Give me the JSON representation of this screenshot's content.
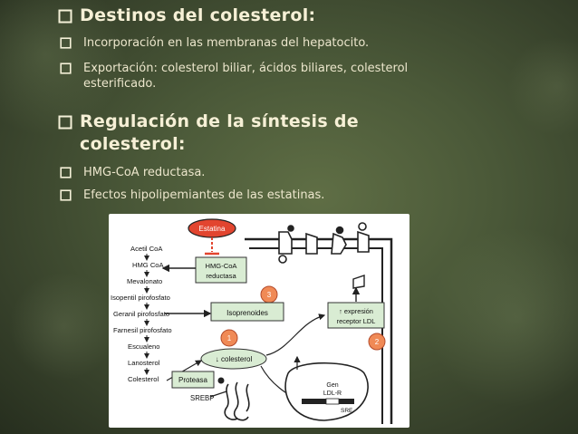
{
  "slide": {
    "items": [
      {
        "text": "Destinos del colesterol:",
        "level": 1
      },
      {
        "text": "Incorporación en las membranas del hepatocito.",
        "level": 2
      },
      {
        "text": "Exportación: colesterol biliar, ácidos biliares, colesterol esterificado.",
        "level": 2
      },
      {
        "text": "Regulación de la síntesis de colesterol:",
        "level": 1
      },
      {
        "text": "HMG-CoA reductasa.",
        "level": 2
      },
      {
        "text": "Efectos hipolipemiantes de las estatinas.",
        "level": 2
      }
    ]
  },
  "figure": {
    "pathway": [
      "Acetil CoA",
      "HMG CoA",
      "Mevalonato",
      "Isopentil pirofosfato",
      "Geranil pirofosfato",
      "Farnesil pirofosfato",
      "Escualeno",
      "Lanosterol",
      "Colesterol"
    ],
    "estatina": "Estatina",
    "hmg_line1": "HMG-CoA",
    "hmg_line2": "reductasa",
    "isoprenoides": "Isoprenoides",
    "expresion_line1": "↑ expresión",
    "expresion_line2": "receptor LDL",
    "colesterol_box": "↓ colesterol",
    "proteasa": "Proteasa",
    "srebp": "SREBP",
    "gen_line1": "Gen",
    "gen_line2": "LDL-R",
    "sre": "SRE",
    "step1": "1",
    "step2": "2",
    "step3": "3"
  },
  "colors": {
    "text": "#f6f0d6",
    "accent_red": "#e2452f",
    "box_green": "#d9ecd3",
    "step_orange": "#f08a56"
  }
}
